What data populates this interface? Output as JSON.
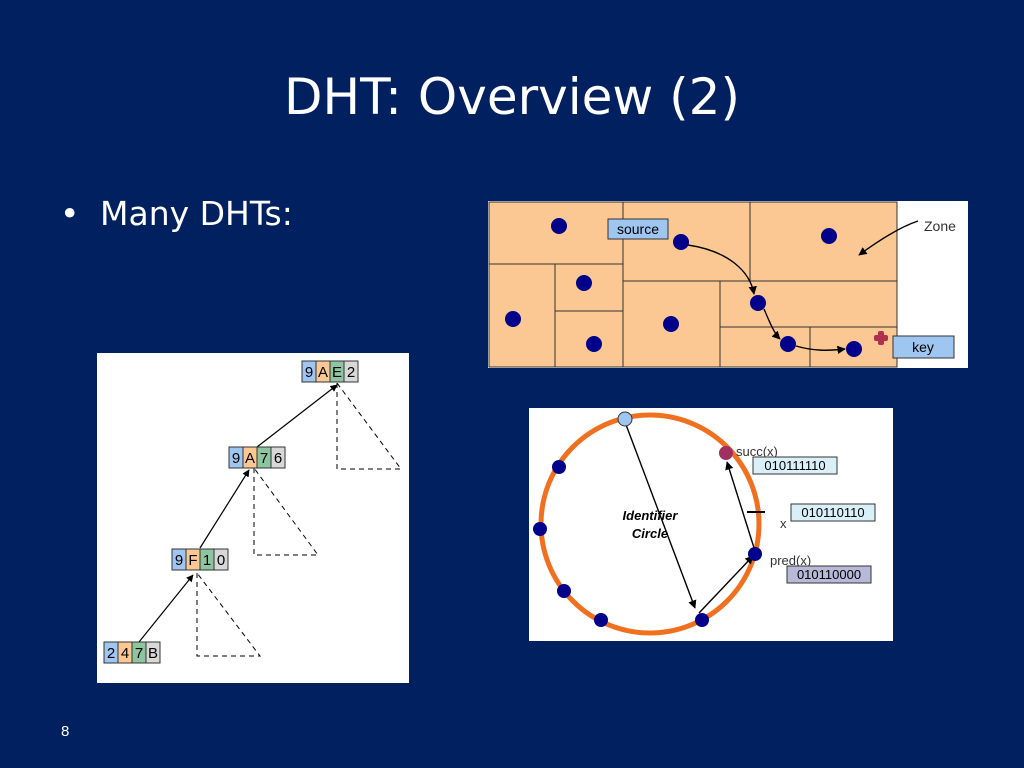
{
  "slide": {
    "title": "DHT: Overview (2)",
    "bullet": "Many DHTs:",
    "page_number": "8"
  },
  "can_figure": {
    "source_label": "source",
    "zone_label": "Zone",
    "key_label": "key",
    "zone_color": "#fbc893",
    "node_color": "#00008b",
    "key_marker_color": "#b03050"
  },
  "chord_figure": {
    "center_label_line1": "Identifier",
    "center_label_line2": "Circle",
    "succ_label": "succ(x)",
    "succ_id": "010111110",
    "x_label": "x",
    "x_id": "010110110",
    "pred_label": "pred(x)",
    "pred_id": "010110000",
    "ring_color": "#f07020",
    "node_color": "#00008b"
  },
  "tree_figure": {
    "nodes": [
      {
        "digits": [
          "9",
          "A",
          "E",
          "2"
        ]
      },
      {
        "digits": [
          "9",
          "A",
          "7",
          "6"
        ]
      },
      {
        "digits": [
          "9",
          "F",
          "1",
          "0"
        ]
      },
      {
        "digits": [
          "2",
          "4",
          "7",
          "B"
        ]
      }
    ],
    "digit_colors": [
      "#9fc6f0",
      "#fbc893",
      "#8cc5a0",
      "#d8d8d8"
    ]
  }
}
